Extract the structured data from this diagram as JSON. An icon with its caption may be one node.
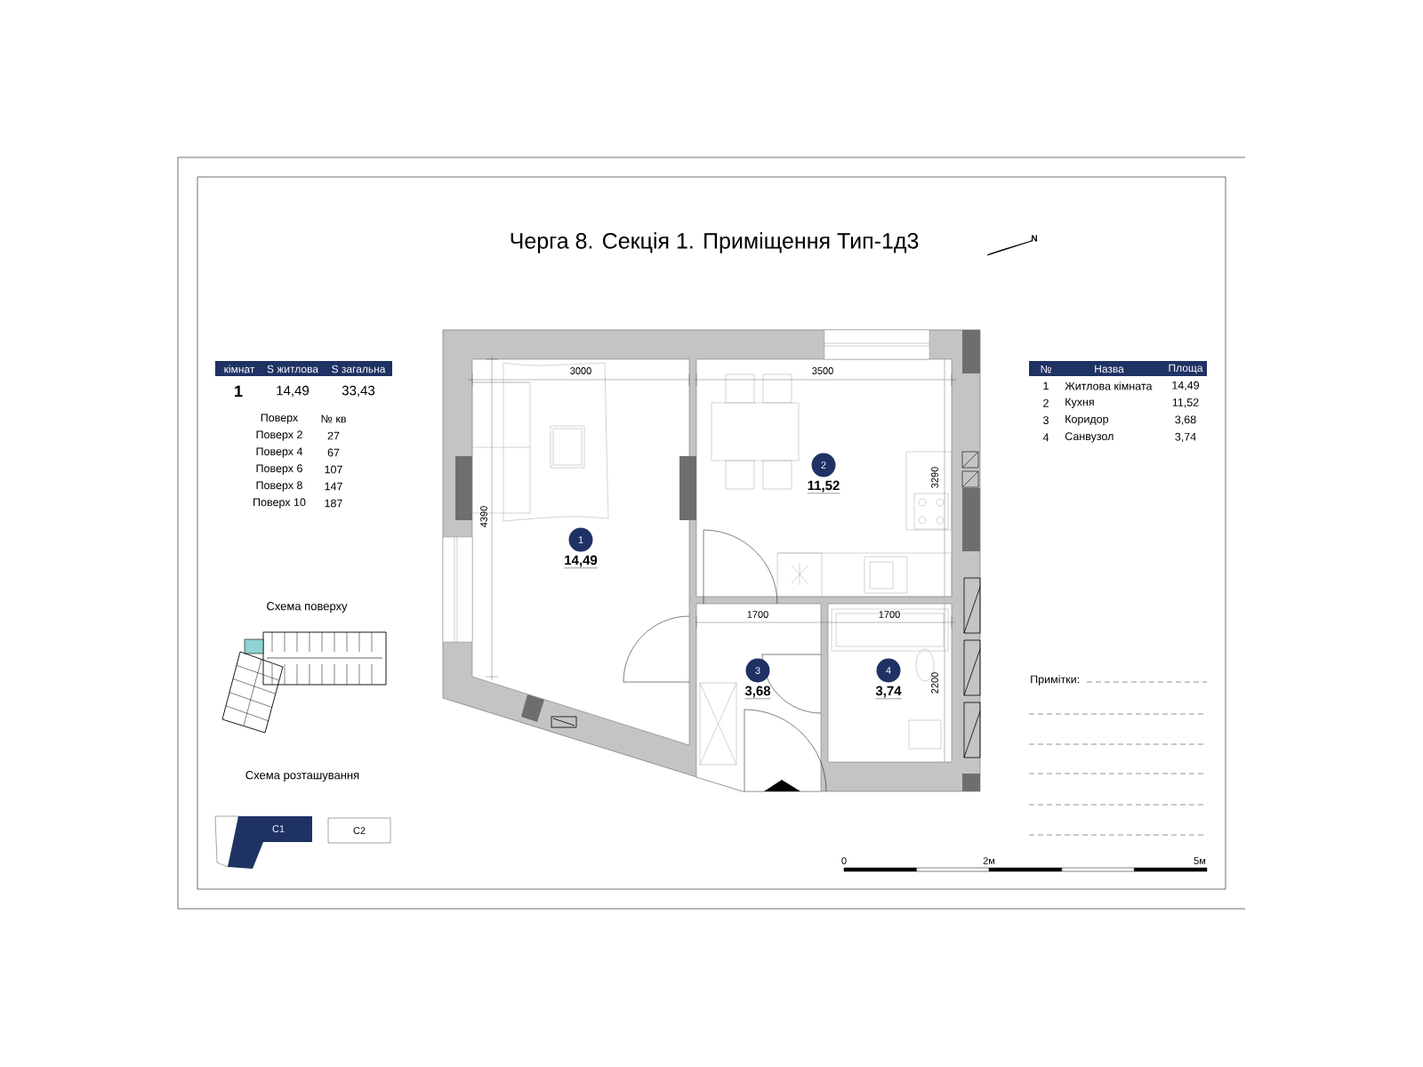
{
  "diagram": {
    "title": "Черга 8. Секція 1. Приміщення Тип-1д3",
    "nodes": [
      {
        "text": [
          "1"
        ],
        "beside": [
          "14,49"
        ]
      },
      {
        "text": [
          "2"
        ],
        "beside": [
          "11,52"
        ]
      },
      {
        "text": [
          "3"
        ],
        "beside": [
          "3,68"
        ]
      },
      {
        "text": [
          "4"
        ],
        "beside": [
          "3,74"
        ]
      },
      {
        "text": [],
        "shape": "box"
      },
      {
        "text": [
          "C1"
        ]
      },
      {
        "text": [
          "C2"
        ]
      }
    ],
    "labels": [
      "кімнат",
      "S житлова",
      "S загальна",
      "1",
      "14,49",
      "33,43",
      "Поверх",
      "№ кв",
      "Поверх 2",
      "27",
      "Поверх 4",
      "67",
      "Поверх 6",
      "107",
      "Поверх 8",
      "147",
      "Поверх 10",
      "187",
      "Схема поверху",
      "Схема розташування",
      "N",
      "3000",
      "3500",
      "4390",
      "3290",
      "1700",
      "1700",
      "2200",
      "№",
      "Назва",
      "Площа",
      "1",
      "Житлова кімната",
      "14,49",
      "2",
      "Кухня",
      "11,52",
      "3",
      "Коридор",
      "3,68",
      "4",
      "Санвузол",
      "3,74",
      "Примітки:",
      "0",
      "2м",
      "5м"
    ]
  }
}
